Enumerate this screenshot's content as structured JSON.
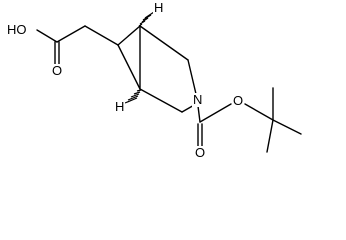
{
  "molecule": {
    "atom_labels": {
      "hydroxyl": "HO",
      "carbonyl_o_acid": "O",
      "ring_nitrogen": "N",
      "carbonyl_o_boc": "O",
      "ester_o_boc": "O"
    },
    "stereo_h": {
      "top": "H",
      "bottom": "H"
    }
  }
}
